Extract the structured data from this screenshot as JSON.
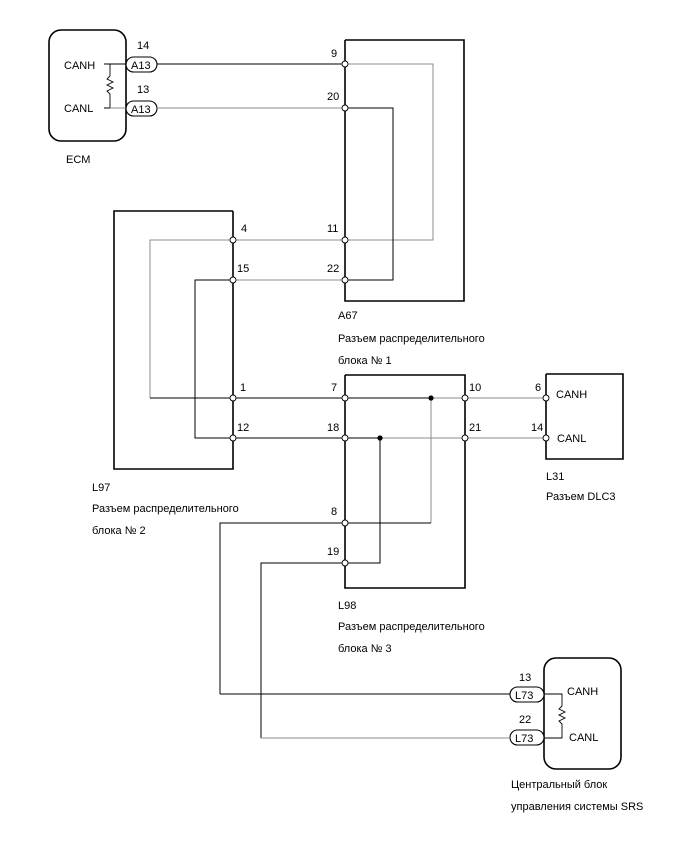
{
  "ecm": {
    "name": "ECM",
    "canh": "CANH",
    "canl": "CANL",
    "conn_h": {
      "pin": "14",
      "code": "A13"
    },
    "conn_l": {
      "pin": "13",
      "code": "A13"
    }
  },
  "a67": {
    "code": "A67",
    "title_line1": "Разъем распределительного",
    "title_line2": "блока № 1",
    "pins": {
      "p9": "9",
      "p20": "20",
      "p11": "11",
      "p22": "22"
    }
  },
  "l97": {
    "code": "L97",
    "title_line1": "Разъем распределительного",
    "title_line2": "блока № 2",
    "pins": {
      "p4": "4",
      "p15": "15",
      "p1": "1",
      "p12": "12"
    }
  },
  "l98": {
    "code": "L98",
    "title_line1": "Разъем распределительного",
    "title_line2": "блока № 3",
    "pins": {
      "p7": "7",
      "p18": "18",
      "p10": "10",
      "p21": "21",
      "p8": "8",
      "p19": "19"
    }
  },
  "l31": {
    "code": "L31",
    "title": "Разъем DLC3",
    "canh": "CANH",
    "canl": "CANL",
    "pins": {
      "p6": "6",
      "p14": "14"
    }
  },
  "srs": {
    "title_line1": "Центральный блок",
    "title_line2": "управления системы SRS",
    "canh": "CANH",
    "canl": "CANL",
    "conn_h": {
      "pin": "13",
      "code": "L73"
    },
    "conn_l": {
      "pin": "22",
      "code": "L73"
    }
  }
}
